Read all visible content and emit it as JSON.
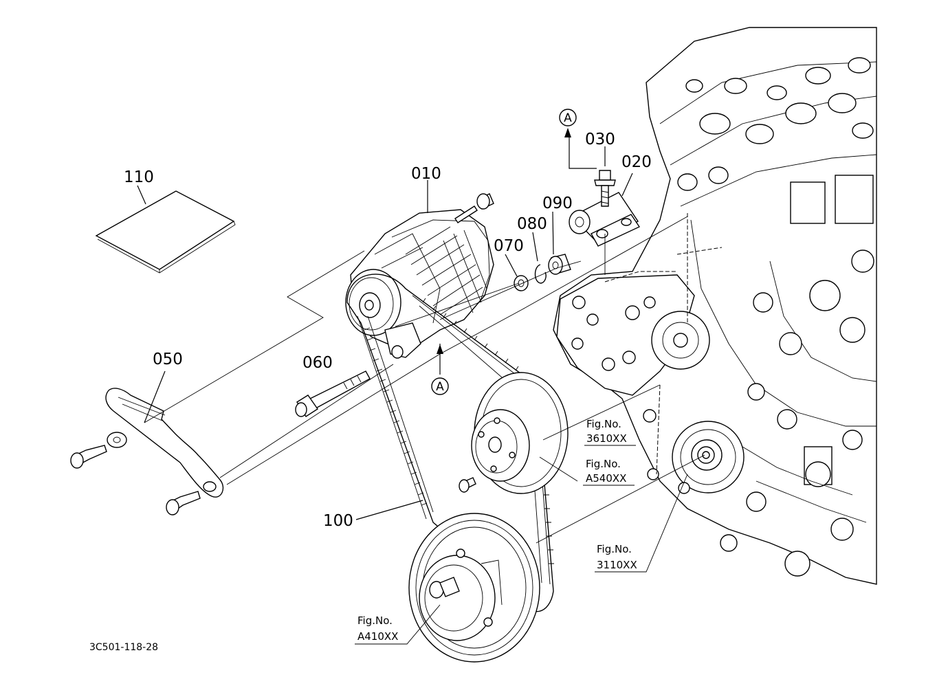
{
  "labels": {
    "p010": "010",
    "p020": "020",
    "p030": "030",
    "p050": "050",
    "p060": "060",
    "p070": "070",
    "p080": "080",
    "p090": "090",
    "p100": "100",
    "p110": "110",
    "view_a_top": "A",
    "view_a_bottom": "A"
  },
  "refs": {
    "r3610_fig": "Fig.No.",
    "r3610_num": "3610XX",
    "rA540_fig": "Fig.No.",
    "rA540_num": "A540XX",
    "r3110_fig": "Fig.No.",
    "r3110_num": "3110XX",
    "rA410_fig": "Fig.No.",
    "rA410_num": "A410XX"
  },
  "drawing_code": "3C501-118-28"
}
